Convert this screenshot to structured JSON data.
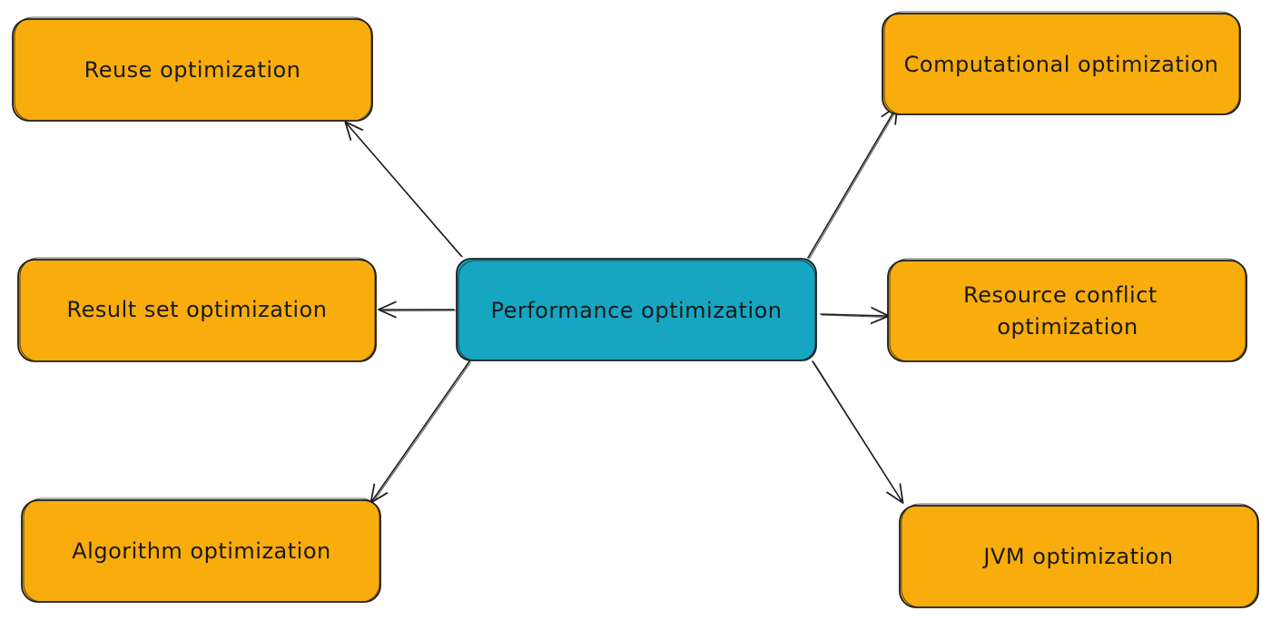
{
  "colors": {
    "center_fill": "#17a6c1",
    "branch_fill": "#f8ad0d",
    "stroke": "#1e1e1e",
    "text": "#1a1a1a",
    "background": "#ffffff"
  },
  "center": {
    "label": "Performance optimization"
  },
  "branches": [
    {
      "label_lines": [
        "Reuse optimization"
      ]
    },
    {
      "label_lines": [
        "Result set optimization"
      ]
    },
    {
      "label_lines": [
        "Algorithm optimization"
      ]
    },
    {
      "label_lines": [
        "Computational optimization"
      ]
    },
    {
      "label_lines": [
        "Resource conflict",
        "optimization"
      ]
    },
    {
      "label_lines": [
        "JVM optimization"
      ]
    }
  ],
  "edges": [
    {
      "from": "center",
      "to": 0
    },
    {
      "from": "center",
      "to": 1
    },
    {
      "from": "center",
      "to": 2
    },
    {
      "from": "center",
      "to": 3
    },
    {
      "from": "center",
      "to": 4
    },
    {
      "from": "center",
      "to": 5
    }
  ]
}
